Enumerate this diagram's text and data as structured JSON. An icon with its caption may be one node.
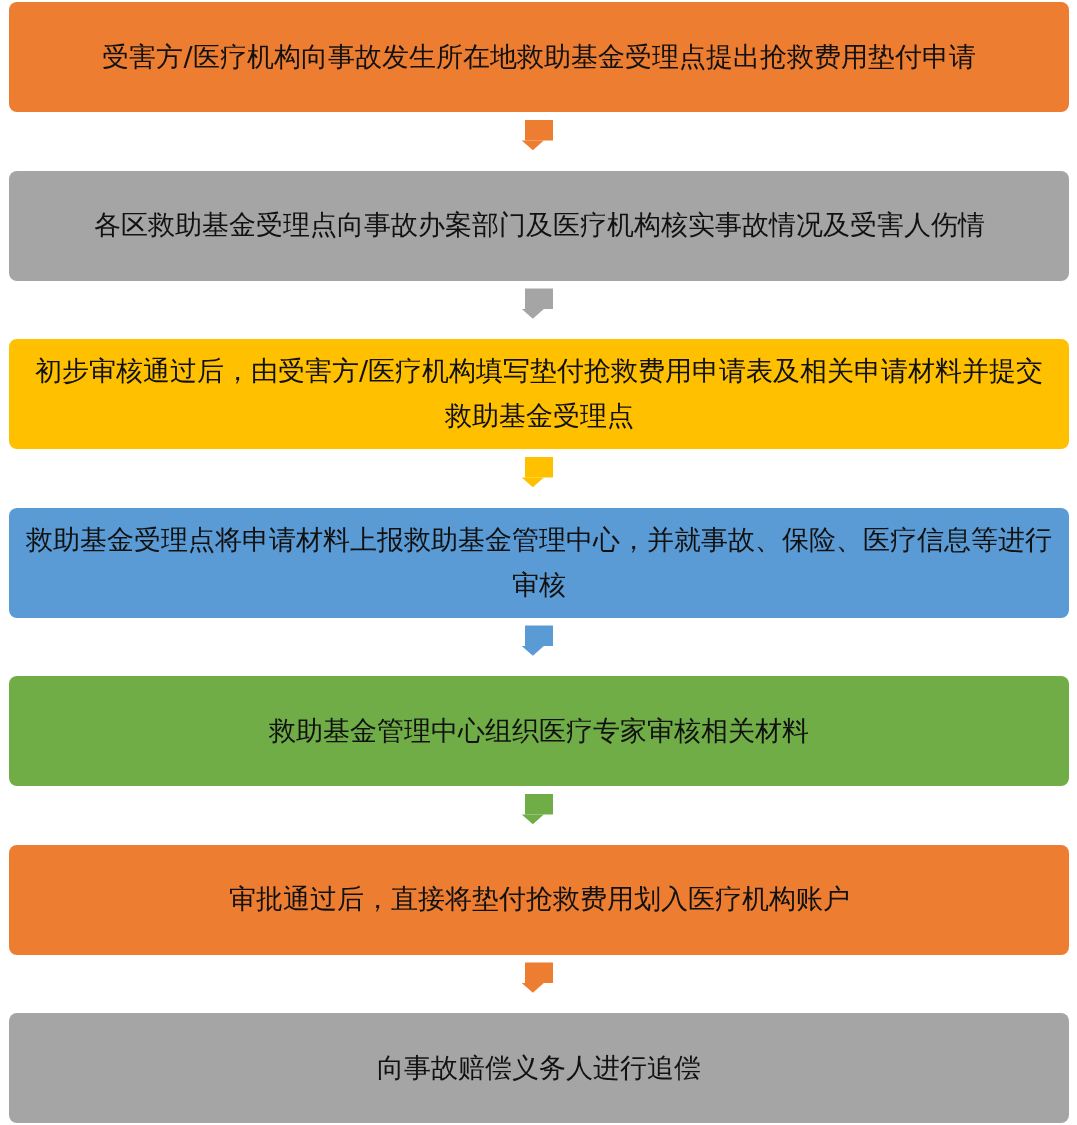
{
  "diagram": {
    "nodes": [
      {
        "text": [
          "受害方/医疗机构向事故发生所在地救助基金受理点提出抢救费用垫付申请"
        ]
      },
      {
        "text": [
          "各区救助基金受理点向事故办案部门及医疗机构核实事故情况及受害人伤情"
        ]
      },
      {
        "text": [
          "初步审核通过后，由受害方/医疗机构填写垫付抢救费用申请表及相关申请材料并提交救助基金受理点"
        ]
      },
      {
        "text": [
          "救助基金受理点将申请材料上报救助基金管理中心，并就事故、保险、医疗信息等进行审核"
        ]
      },
      {
        "text": [
          "救助基金管理中心组织医疗专家审核相关材料"
        ]
      },
      {
        "text": [
          "审批通过后，直接将垫付抢救费用划入医疗机构账户"
        ]
      },
      {
        "text": [
          "向事故赔偿义务人进行追偿"
        ]
      }
    ],
    "edges": [
      {
        "from": 0,
        "to": 1,
        "arrow": "to"
      },
      {
        "from": 1,
        "to": 2,
        "arrow": "to",
        "color": "#a5a5a5"
      },
      {
        "from": 2,
        "to": 3,
        "arrow": "to",
        "color": "#ffc000"
      },
      {
        "from": 3,
        "to": 4,
        "arrow": "to",
        "color": "#5b9bd5"
      },
      {
        "from": 4,
        "to": 5,
        "arrow": "to",
        "color": "#70ad47"
      },
      {
        "from": 5,
        "to": 6,
        "arrow": "to"
      }
    ]
  }
}
